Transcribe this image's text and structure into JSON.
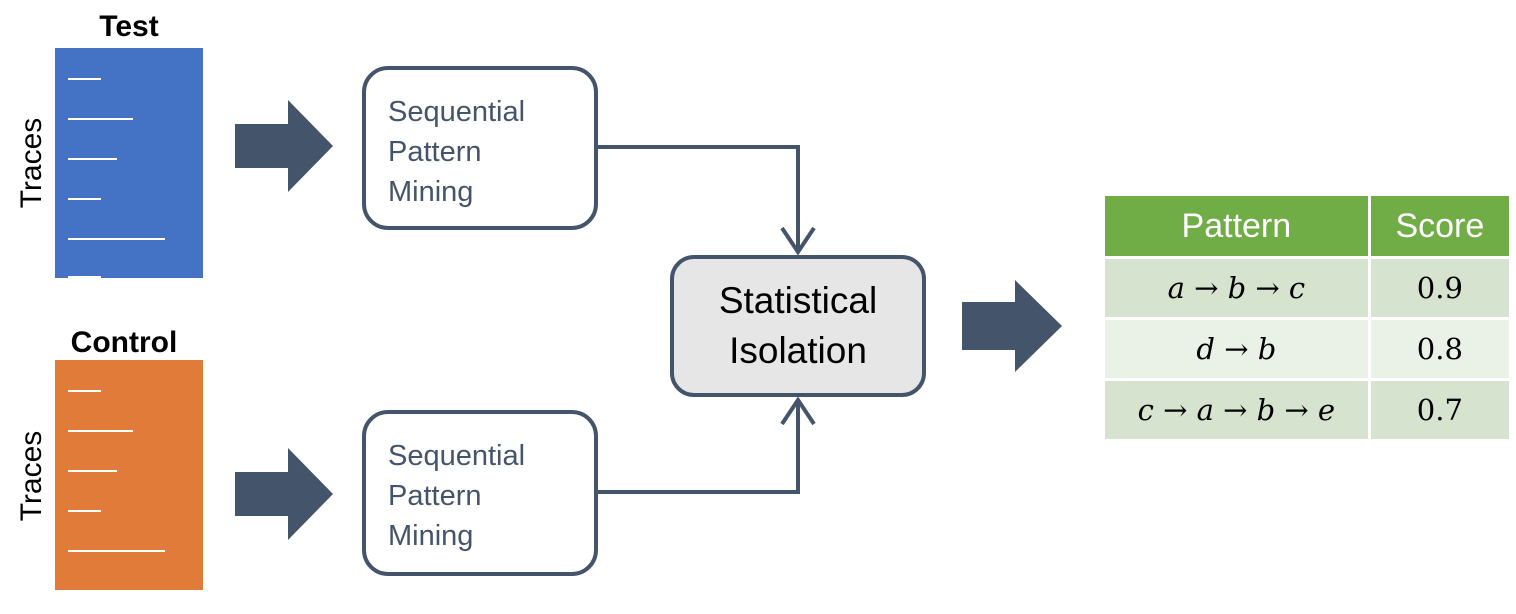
{
  "test_group": {
    "title": "Test",
    "axis_label": "Traces",
    "color": "#4472c4"
  },
  "control_group": {
    "title": "Control",
    "axis_label": "Traces",
    "color": "#e07b39"
  },
  "mining_top": {
    "label": "Sequential\nPattern\nMining"
  },
  "mining_bottom": {
    "label": "Sequential\nPattern\nMining"
  },
  "isolation": {
    "label": "Statistical\nIsolation",
    "fill": "#e7e6e6"
  },
  "arrow_color": "#44546a",
  "results_table": {
    "header_color": "#70ad47",
    "headers": {
      "pattern": "Pattern",
      "score": "Score"
    },
    "rows": [
      {
        "pattern": "a → b → c",
        "score": "0.9"
      },
      {
        "pattern": "d → b",
        "score": "0.8"
      },
      {
        "pattern": "c → a → b → e",
        "score": "0.7"
      }
    ]
  }
}
